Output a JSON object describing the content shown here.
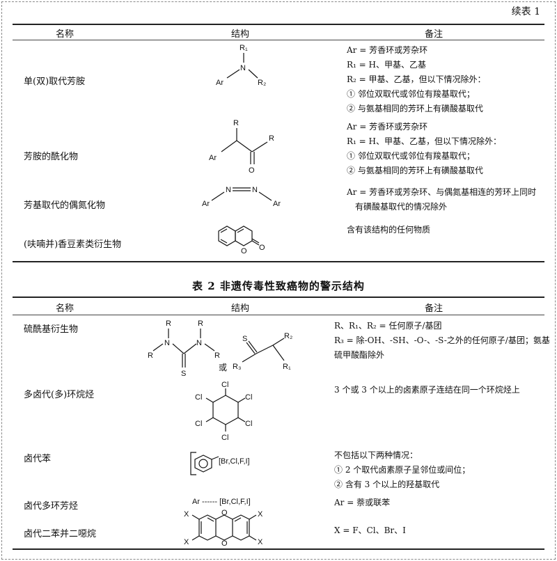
{
  "continuation": "续表 1",
  "table1": {
    "headers": [
      "名称",
      "结构",
      "备注"
    ],
    "rows": [
      {
        "name": "单(双)取代芳胺",
        "notes": [
          "Ar = 芳香环或芳杂环",
          "R₁ = H、甲基、乙基",
          "R₂ = 甲基、乙基，但以下情况除外：",
          "① 邻位双取代或邻位有羧基取代；",
          "② 与氨基相同的芳环上有磺酸基取代"
        ]
      },
      {
        "name": "芳胺的酰化物",
        "notes": [
          "Ar = 芳香环或芳杂环",
          "R₁ = H、甲基、乙基，但以下情况除外：",
          "① 邻位双取代或邻位有羧基取代；",
          "② 与氨基相同的芳环上有磺酸基取代"
        ]
      },
      {
        "name": "芳基取代的偶氮化物",
        "notes": [
          "Ar = 芳香环或芳杂环、与偶氮基相连的芳环上同时",
          "有磺酸基取代的情况除外"
        ]
      },
      {
        "name": "(呋喃并)香豆素类衍生物",
        "notes": [
          "含有该结构的任何物质"
        ]
      }
    ]
  },
  "table2": {
    "title": "表 2   非遗传毒性致癌物的警示结构",
    "headers": [
      "名称",
      "结构",
      "备注"
    ],
    "rows": [
      {
        "name": "硫酰基衍生物",
        "notes": [
          "R、R₁、R₂ = 任何原子/基团",
          "R₃ = 除-OH、-SH、-O-、-S-之外的任何原子/基团；氨基",
          "硫甲酸酯除外"
        ]
      },
      {
        "name": "多卤代(多)环烷烃",
        "notes": [
          "3 个或 3 个以上的卤素原子连结在同一个环烷烃上"
        ]
      },
      {
        "name": "卤代苯",
        "notes": [
          "不包括以下两种情况：",
          "① 2 个取代卤素原子呈邻位或间位；",
          "② 含有 3 个以上的羟基取代"
        ]
      },
      {
        "name": "卤代多环芳烃",
        "notes": [
          "Ar = 萘或联苯"
        ]
      },
      {
        "name": "卤代二苯并二噁烷",
        "notes": [
          "X = F、Cl、Br、I"
        ]
      }
    ]
  },
  "labels": {
    "R": "R",
    "R1": "R₁",
    "R2": "R₂",
    "R3": "R₃",
    "Ar": "Ar",
    "N": "N",
    "O": "O",
    "S": "S",
    "Cl": "Cl",
    "X": "X",
    "or": "或",
    "halo": "[Br,Cl,F,I]",
    "ar_halo": "Ar ------ [Br,Cl,F,I]"
  }
}
